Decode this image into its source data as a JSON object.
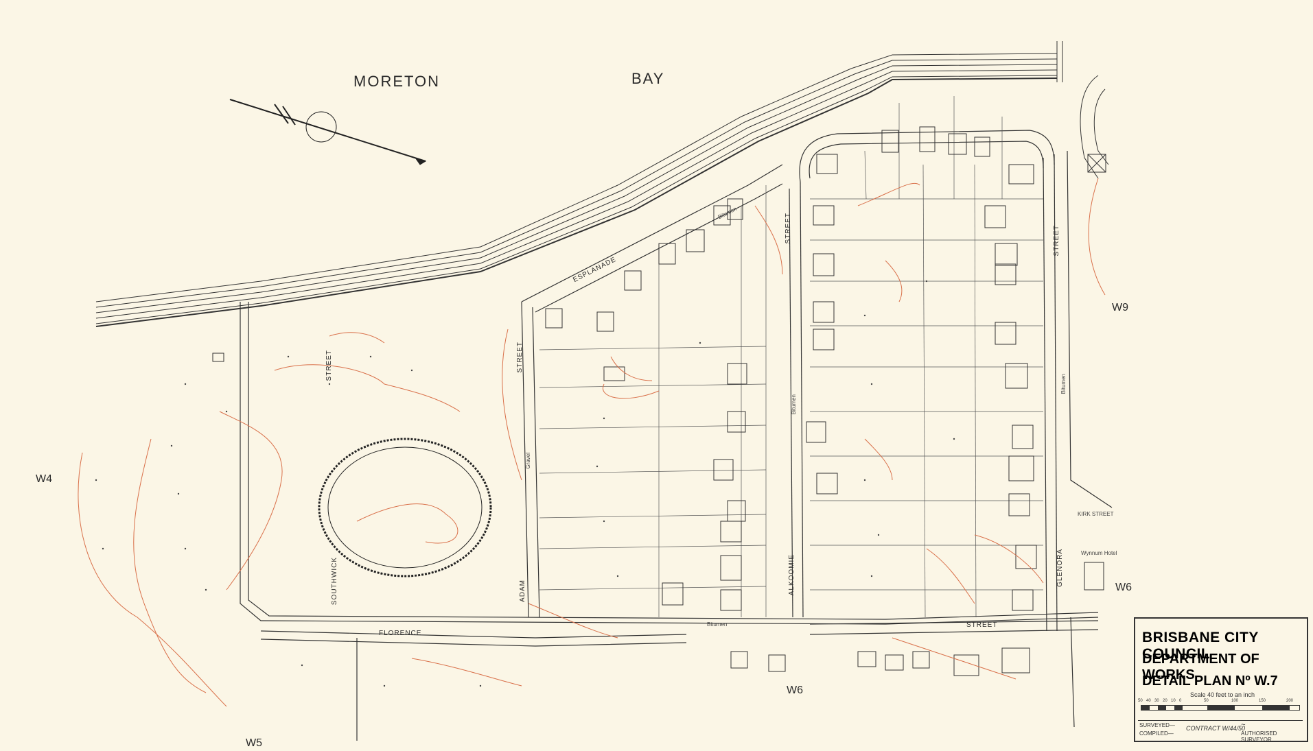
{
  "water": {
    "moreton": "MORETON",
    "bay": "BAY"
  },
  "sheet_refs": {
    "w4": "W4",
    "w5": "W5",
    "w6_bottom": "W6",
    "w6_right": "W6",
    "w9": "W9"
  },
  "streets": {
    "esplanade": "ESPLANADE",
    "southwick_1": "STREET",
    "southwick_2": "SOUTHWICK",
    "adam_1": "STREET",
    "adam_2": "ADAM",
    "alkoomie_1": "STREET",
    "alkoomie_2": "ALKOOMIE",
    "glenora_1": "STREET",
    "glenora_2": "GLENORA",
    "florence": "FLORENCE",
    "bottom_street": "STREET"
  },
  "annotations": {
    "bitumen_1": "Bitumen",
    "bitumen_2": "Bitumen",
    "bitumen_3": "Bitumen",
    "bitumen_4": "Bitumen",
    "gravel": "Gravel",
    "kirk_street": "KIRK STREET",
    "wynnum_hotel": "Wynnum Hotel"
  },
  "title_block": {
    "line1": "BRISBANE CITY COUNCIL",
    "line2": "DEPARTMENT OF WORKS",
    "line3": "DETAIL PLAN Nº W.7",
    "scale": "Scale 40 feet to an inch",
    "scale_ticks": [
      "50",
      "40",
      "30",
      "20",
      "10",
      "0",
      "50",
      "100",
      "150",
      "200"
    ],
    "surveyed": "SURVEYED—",
    "compiled": "COMPILED—",
    "contract": "CONTRACT W/44/50",
    "authorised": "AUTHORISED SURVEYOR"
  },
  "colors": {
    "paper": "#fbf6e6",
    "ink": "#2a2a2a",
    "contour": "#d9704a"
  }
}
